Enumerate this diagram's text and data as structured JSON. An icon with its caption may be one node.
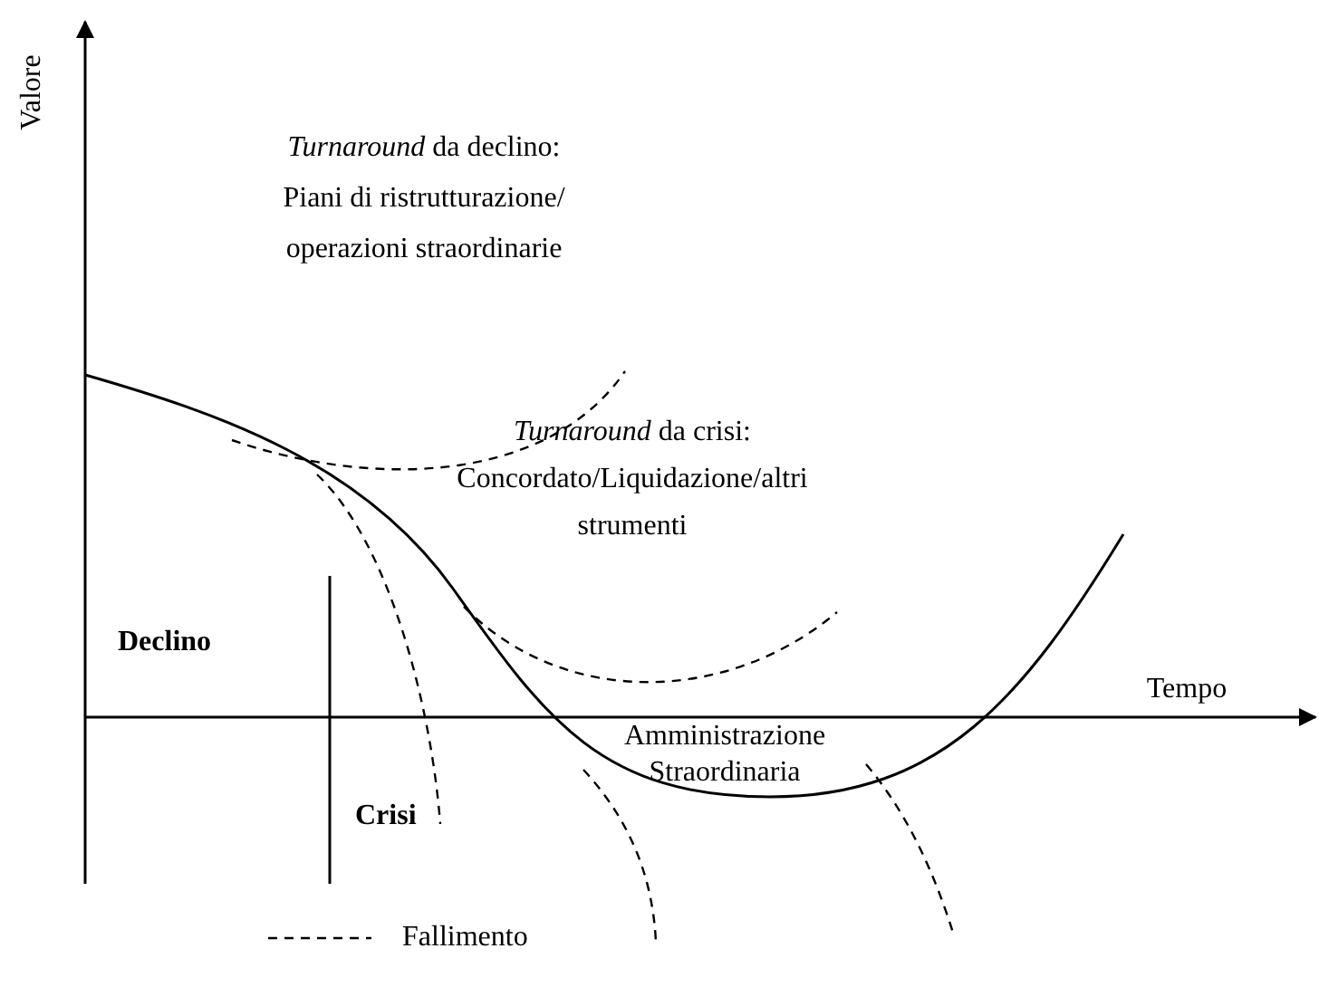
{
  "diagram": {
    "labels": [
      "Valore",
      "Tempo",
      "*Turnaround* da declino: Piani di ristrutturazione/ operazioni straordinarie",
      "*Turnaround* da crisi: Concordato/Liquidazione/altri strumenti",
      "Declino",
      "Amministrazione Straordinaria",
      "Crisi"
    ],
    "legend": [
      {
        "text": "Fallimento"
      }
    ]
  }
}
